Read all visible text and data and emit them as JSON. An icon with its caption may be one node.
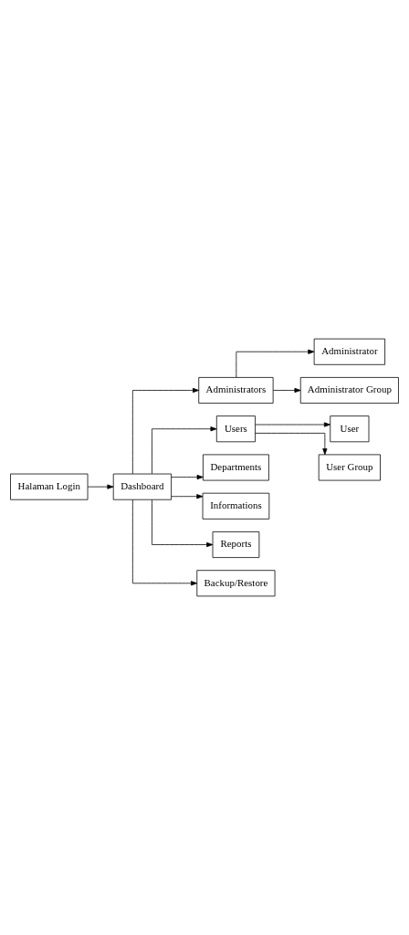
{
  "diagram": {
    "nodes": [
      {
        "text": [
          "Halaman Login"
        ]
      },
      {
        "text": [
          "Dashboard"
        ]
      },
      {
        "text": [
          "Administrators"
        ]
      },
      {
        "text": [
          "Administrator"
        ]
      },
      {
        "text": [
          "Administrator Group"
        ]
      },
      {
        "text": [
          "Users"
        ]
      },
      {
        "text": [
          "User"
        ]
      },
      {
        "text": [
          "User Group"
        ]
      },
      {
        "text": [
          "Departments"
        ]
      },
      {
        "text": [
          "Informations"
        ]
      },
      {
        "text": [
          "Reports"
        ]
      },
      {
        "text": [
          "Backup/Restore"
        ]
      }
    ],
    "edges": [
      {
        "from": 0,
        "to": 1,
        "arrow": "to"
      },
      {
        "from": 1,
        "to": 2,
        "arrow": "to"
      },
      {
        "from": 2,
        "to": 3,
        "arrow": "to"
      },
      {
        "from": 2,
        "to": 4,
        "arrow": "to"
      },
      {
        "from": 1,
        "to": 5,
        "arrow": "to"
      },
      {
        "from": 5,
        "to": 6,
        "arrow": "to"
      },
      {
        "from": 5,
        "to": 7,
        "arrow": "to"
      },
      {
        "from": 1,
        "to": 8,
        "arrow": "to"
      },
      {
        "from": 1,
        "to": 9,
        "arrow": "to"
      },
      {
        "from": 1,
        "to": 10,
        "arrow": "to"
      },
      {
        "from": 1,
        "to": 11,
        "arrow": "to"
      }
    ]
  }
}
